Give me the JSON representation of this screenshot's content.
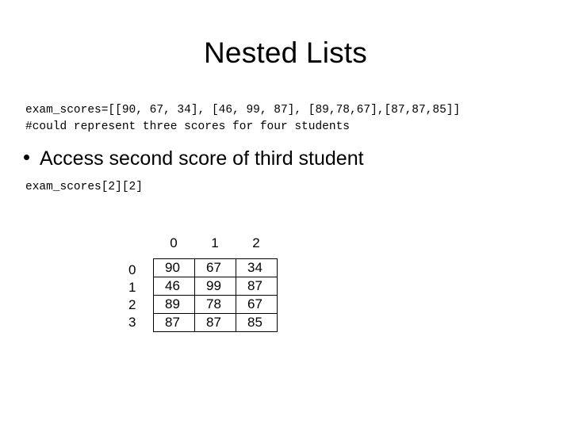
{
  "slide": {
    "title": "Nested Lists",
    "code_lines": [
      "exam_scores=[[90, 67, 34], [46, 99, 87], [89,78,67],[87,87,85]]",
      "#could represent three scores for four students"
    ],
    "bullet": {
      "marker": "bullet-dot",
      "text": "Access second score of third student"
    },
    "access_expression": "exam_scores[2][2]",
    "matrix": {
      "column_headers": [
        "0",
        "1",
        "2"
      ],
      "row_labels": [
        "0",
        "1",
        "2",
        "3"
      ],
      "rows": [
        [
          "90",
          "67",
          "34"
        ],
        [
          "46",
          "99",
          "87"
        ],
        [
          "89",
          "78",
          "67"
        ],
        [
          "87",
          "87",
          "85"
        ]
      ]
    },
    "colors": {
      "background": "#ffffff",
      "text": "#000000",
      "border": "#000000"
    }
  }
}
